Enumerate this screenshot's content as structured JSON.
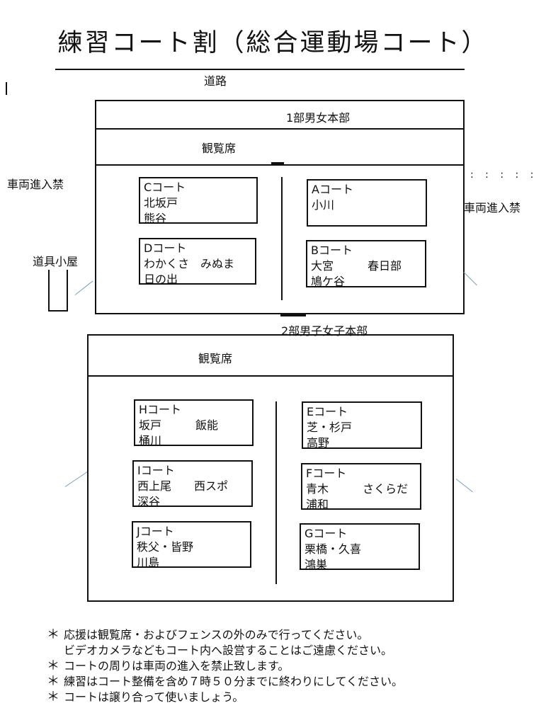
{
  "title": "練習コート割（総合運動場コート）",
  "labels": {
    "road": "道路",
    "hq1": "1部男女本部",
    "hq2": "2部男子女子本部",
    "stand1": "観覧席",
    "stand2": "観覧席",
    "no_vehicle_left": "車両進入禁",
    "no_vehicle_right": "車両進入禁",
    "tool_shed": "道具小屋",
    "dots": ": : : : : :"
  },
  "courts": {
    "C": {
      "name": "Cコート",
      "line1": "北坂戸",
      "line2": "熊谷"
    },
    "A": {
      "name": "Aコート",
      "line1": "小川",
      "line2": ""
    },
    "D": {
      "name": "Dコート",
      "line1": "わかくさ　みぬま",
      "line2": "日の出"
    },
    "B": {
      "name": "Bコート",
      "line1": "大宮　　　春日部",
      "line2": "鳩ケ谷"
    },
    "H": {
      "name": "Hコート",
      "line1": "坂戸　　　飯能",
      "line2": "桶川"
    },
    "E": {
      "name": "Eコート",
      "line1": "芝・杉戸",
      "line2": "高野"
    },
    "I": {
      "name": "Iコート",
      "line1": "西上尾　　西スポ",
      "line2": "深谷"
    },
    "F": {
      "name": "Fコート",
      "line1": "青木　　　さくらだ",
      "line2": "浦和"
    },
    "J": {
      "name": "Jコート",
      "line1": "秩父・皆野",
      "line2": "川島"
    },
    "G": {
      "name": "Gコート",
      "line1": "栗橋・久喜",
      "line2": "鴻巣"
    }
  },
  "notes": {
    "star": "＊",
    "n1": "応援は観覧席・およびフェンスの外のみで行ってください。",
    "n1b": "ビデオカメラなどもコート内へ設営することはご遠慮ください。",
    "n2": "コートの周りは車両の進入を禁止致します。",
    "n3": "練習はコート整備を含め７時５０分までに終わりにしてください。",
    "n4": "コートは譲り合って使いましょう。"
  }
}
